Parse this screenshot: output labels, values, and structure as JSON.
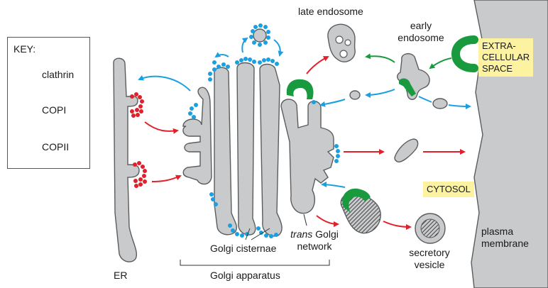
{
  "key": {
    "title": "KEY:",
    "items": [
      {
        "label": "clathrin",
        "color": "#1a9a3e"
      },
      {
        "label": "COPI",
        "color": "#1aa0e0"
      },
      {
        "label": "COPII",
        "color": "#e0202a"
      }
    ]
  },
  "labels": {
    "late_endosome": "late endosome",
    "early_endosome_1": "early",
    "early_endosome_2": "endosome",
    "extracellular_1": "EXTRA-",
    "extracellular_2": "CELLULAR",
    "extracellular_3": "SPACE",
    "cytosol": "CYTOSOL",
    "plasma_membrane_1": "plasma",
    "plasma_membrane_2": "membrane",
    "secretory_vesicle_1": "secretory",
    "secretory_vesicle_2": "vesicle",
    "trans_golgi_italic": "trans",
    "trans_golgi_rest": " Golgi",
    "trans_golgi_2": "network",
    "golgi_cisternae": "Golgi cisternae",
    "golgi_apparatus": "Golgi apparatus",
    "er": "ER"
  },
  "colors": {
    "organelle_fill": "#c8cacb",
    "organelle_stroke": "#5a5c5e",
    "clathrin": "#1a9a3e",
    "copi": "#1aa0e0",
    "copii": "#e0202a",
    "highlight": "#fcf2a0"
  }
}
